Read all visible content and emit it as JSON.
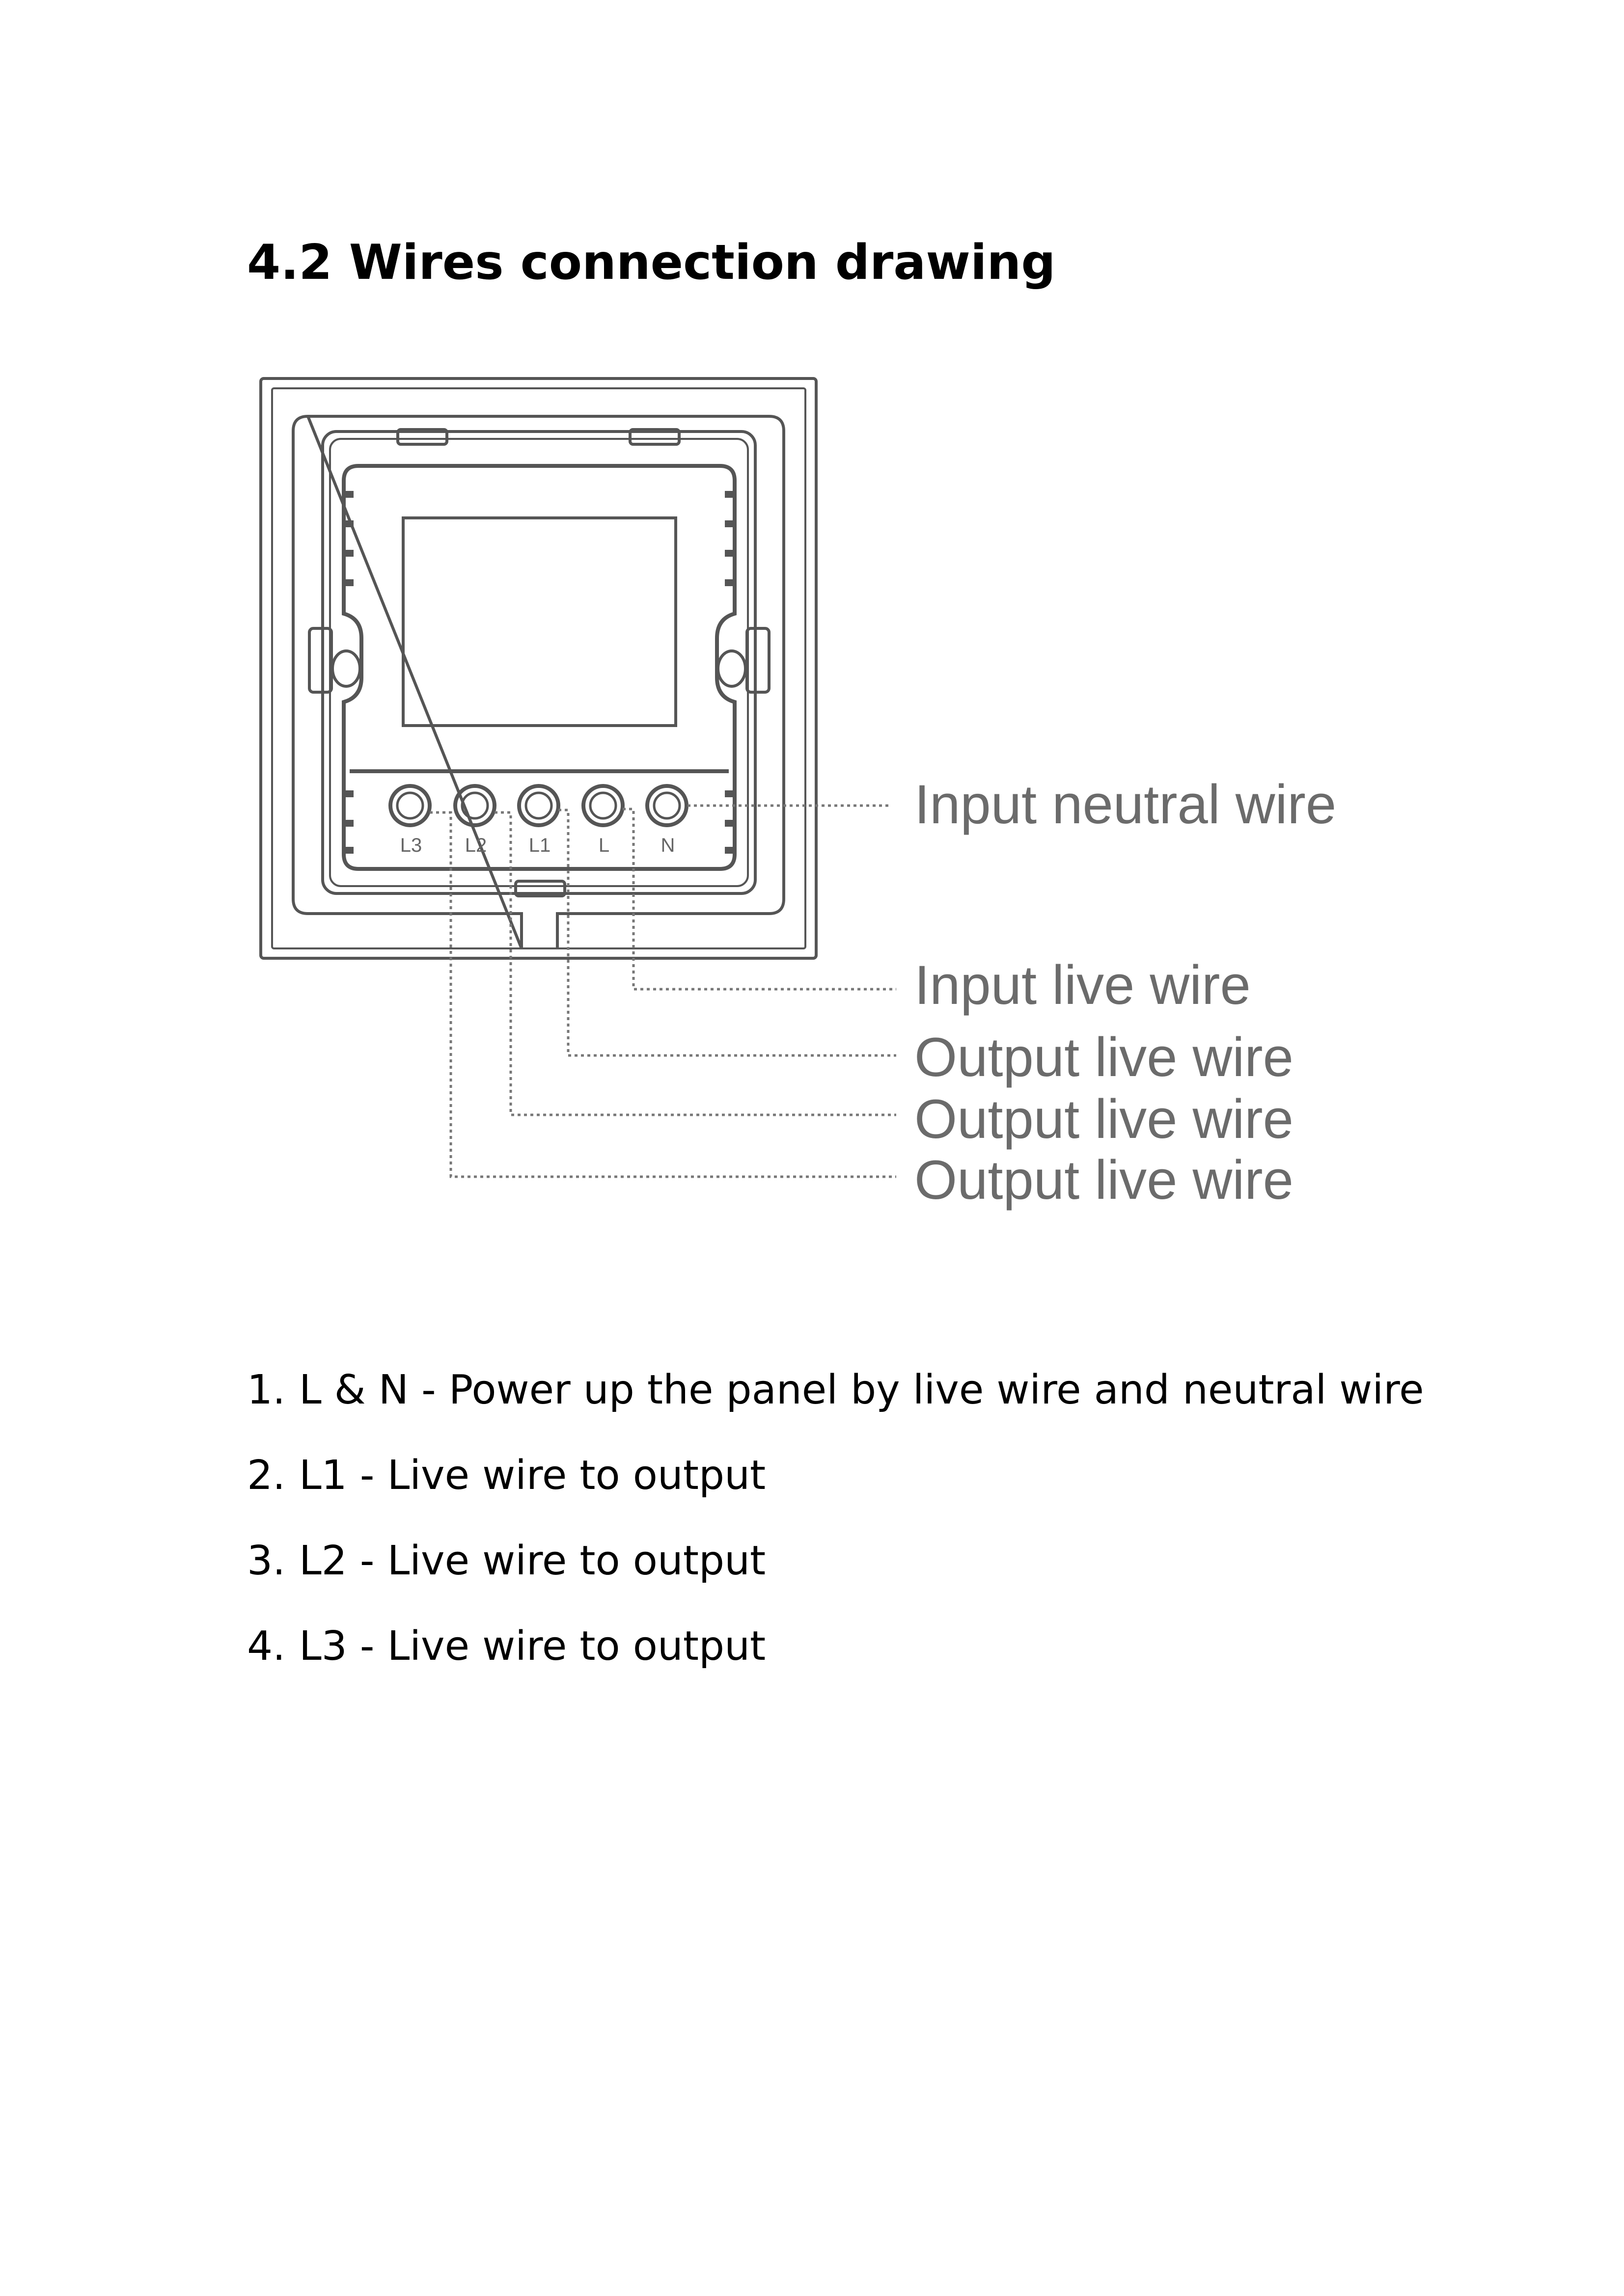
{
  "heading": "4.2 Wires connection drawing",
  "diagram": {
    "terminals": [
      "L3",
      "L2",
      "L1",
      "L",
      "N"
    ],
    "labels": {
      "input_neutral": "Input neutral wire",
      "input_live": "Input live wire",
      "output_l1": "Output live wire",
      "output_l2": "Output live wire",
      "output_l3": "Output live wire"
    }
  },
  "list": [
    {
      "num": "1.",
      "text": "L & N - Power up the panel by live wire and neutral wire"
    },
    {
      "num": "2.",
      "text": "L1 - Live wire to output"
    },
    {
      "num": "3.",
      "text": "L2 - Live wire to output"
    },
    {
      "num": "4.",
      "text": "L3 - Live wire to output"
    }
  ]
}
